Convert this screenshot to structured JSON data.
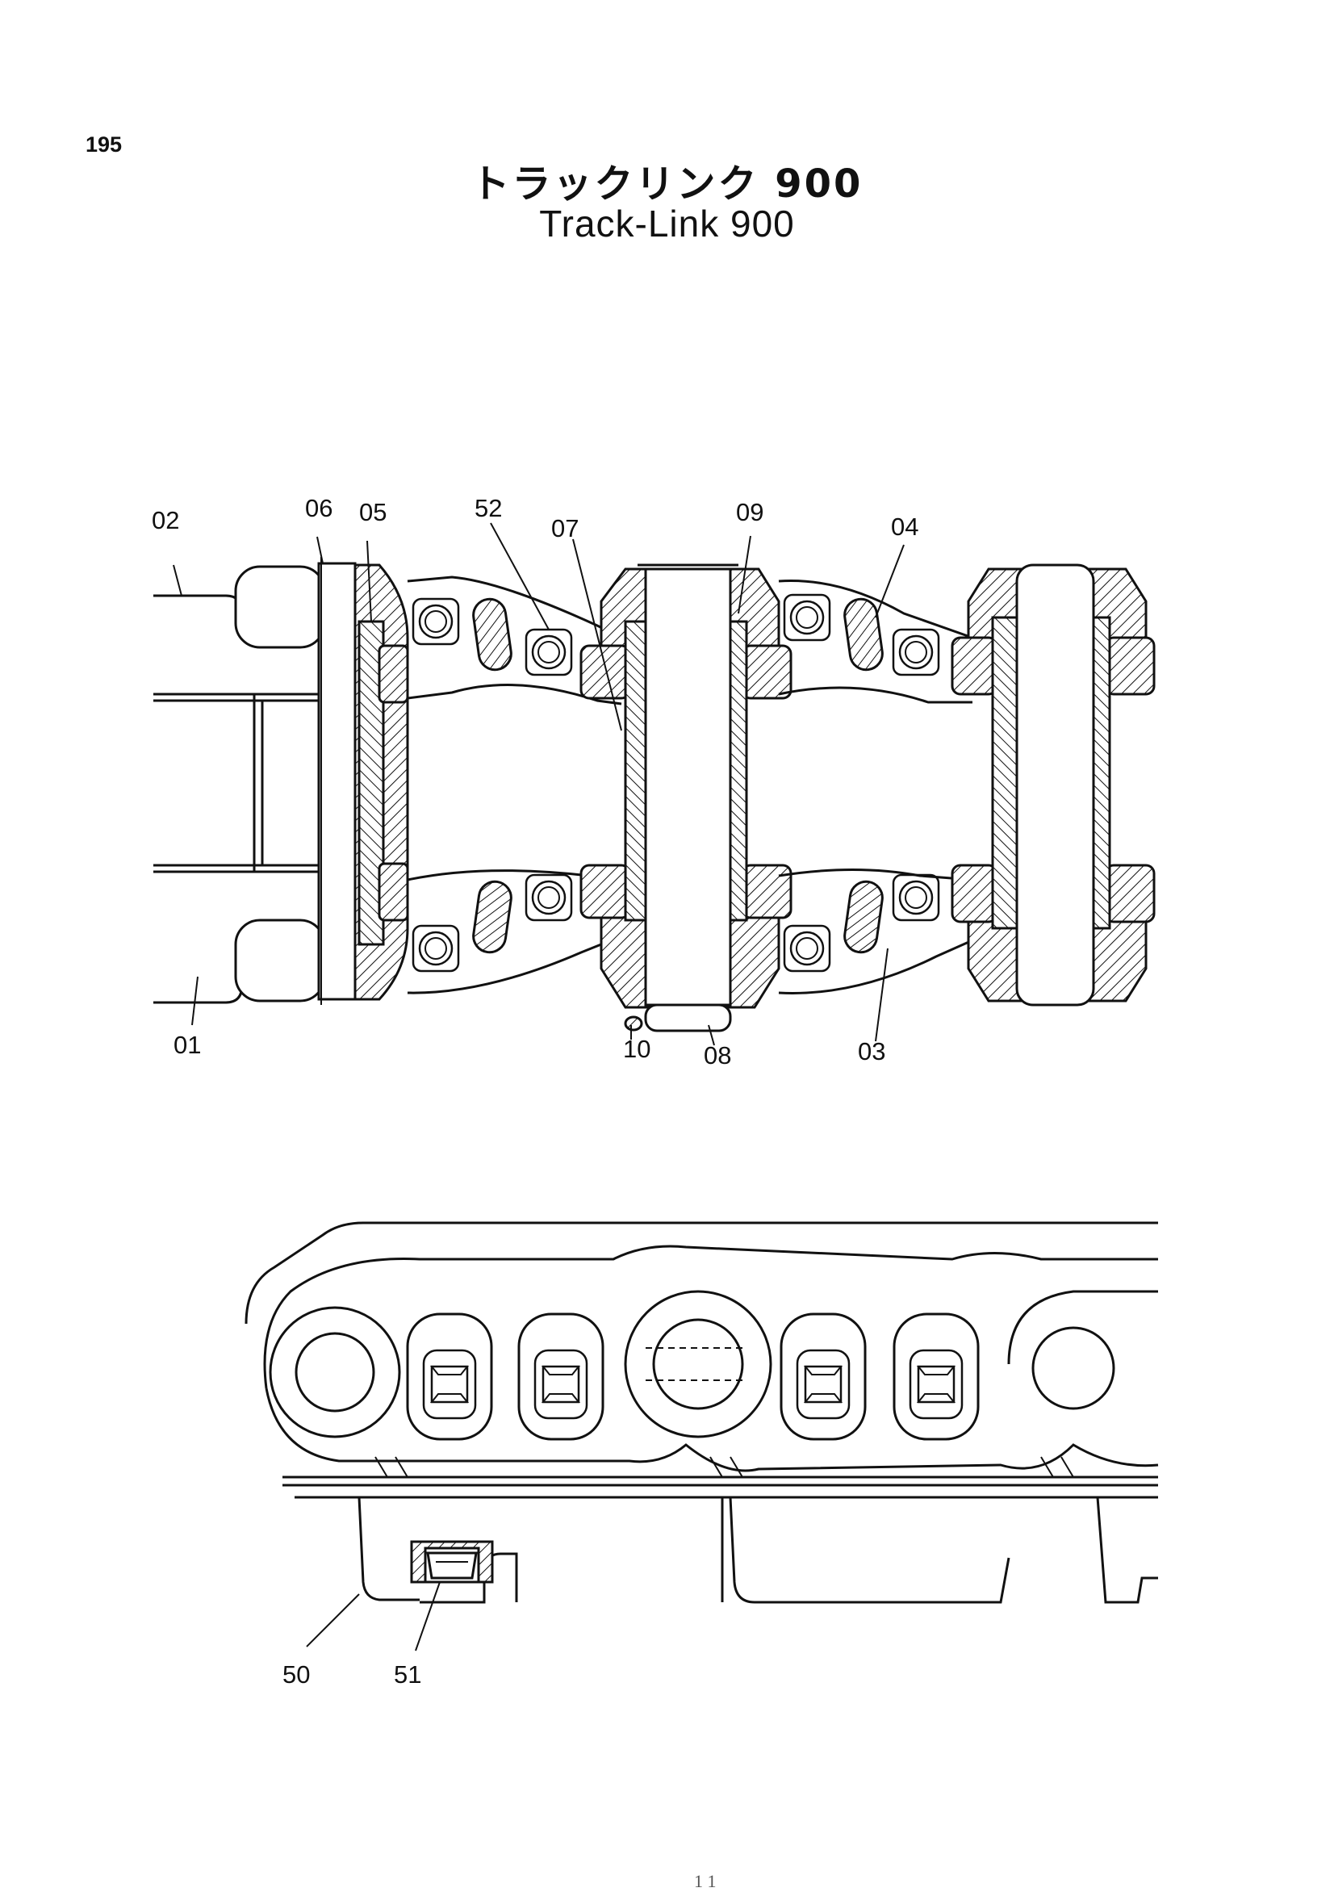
{
  "page_number": "195",
  "title_jp": "トラックリンク 900",
  "title_en": "Track-Link 900",
  "footer_mark": "1 1",
  "callouts_top": {
    "c02": "02",
    "c06": "06",
    "c05": "05",
    "c52": "52",
    "c07": "07",
    "c09": "09",
    "c04": "04",
    "c01": "01",
    "c10": "10",
    "c08": "08",
    "c03": "03"
  },
  "callouts_bottom": {
    "c50": "50",
    "c51": "51"
  },
  "colors": {
    "ink": "#111111",
    "paper": "#ffffff"
  }
}
